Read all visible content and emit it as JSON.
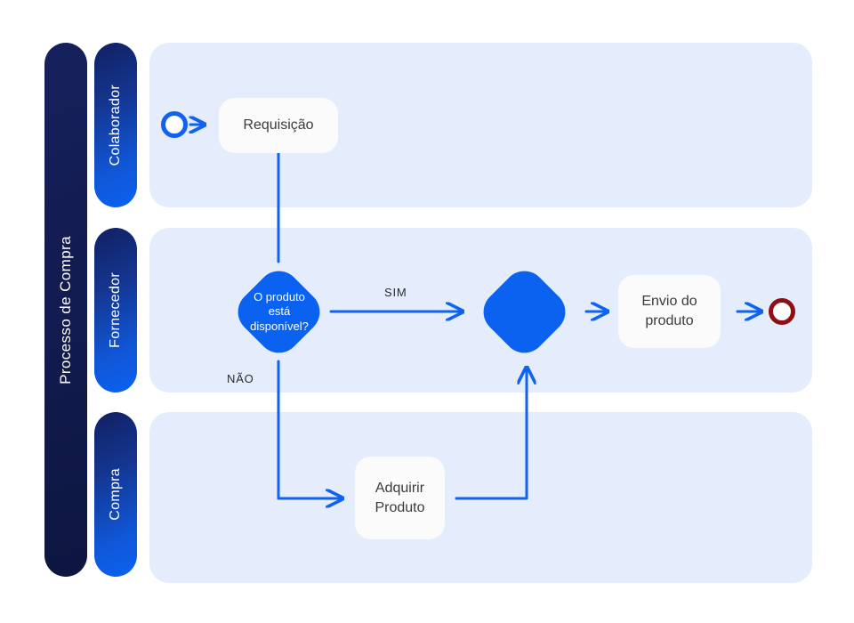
{
  "diagram": {
    "title": "Processo de Compra",
    "type": "bpmn-swimlane-flowchart",
    "colors": {
      "pool_bar": "#16205c",
      "lane_bar_from": "#122063",
      "lane_bar_to": "#0b62f0",
      "lane_background": "#e5ecfb",
      "task_background": "#fbfbfb",
      "gateway_fill": "#0b62f0",
      "connector": "#1062f0",
      "start_event_stroke": "#1062f0",
      "end_event_stroke": "#8f0f16",
      "canvas": "#ffffff"
    }
  },
  "pool": {
    "label": "Processo de Compra"
  },
  "lanes": [
    {
      "id": "colaborador",
      "label": "Colaborador"
    },
    {
      "id": "fornecedor",
      "label": "Fornecedor"
    },
    {
      "id": "compra",
      "label": "Compra"
    }
  ],
  "nodes": {
    "start_event": {
      "name": "start-event",
      "lane": "colaborador",
      "shape": "circle"
    },
    "requisicao": {
      "label": "Requisição",
      "lane": "colaborador",
      "shape": "rounded-rect"
    },
    "gateway_disponivel": {
      "label": "O produto está disponível?",
      "lane": "fornecedor",
      "shape": "diamond"
    },
    "gateway_merge": {
      "label": "",
      "lane": "fornecedor",
      "shape": "diamond"
    },
    "envio_produto": {
      "label": "Envio do produto",
      "lane": "fornecedor",
      "shape": "rounded-rect"
    },
    "end_event": {
      "name": "end-event",
      "lane": "fornecedor",
      "shape": "circle"
    },
    "adquirir_produto": {
      "label": "Adquirir Produto",
      "lane": "compra",
      "shape": "rounded-rect"
    }
  },
  "gateway_text": {
    "line1": "O produto",
    "line2": "está",
    "line3": "disponível?"
  },
  "task_text": {
    "requisicao": "Requisição",
    "envio_linha1": "Envio do",
    "envio_linha2": "produto",
    "adquirir_linha1": "Adquirir",
    "adquirir_linha2": "Produto"
  },
  "edges": [
    {
      "id": "e1",
      "from": "start_event",
      "to": "requisicao",
      "label": ""
    },
    {
      "id": "e2",
      "from": "requisicao",
      "to": "gateway_disponivel",
      "label": ""
    },
    {
      "id": "e3",
      "from": "gateway_disponivel",
      "to": "gateway_merge",
      "label": "SIM"
    },
    {
      "id": "e4",
      "from": "gateway_disponivel",
      "to": "adquirir_produto",
      "label": "NÃO"
    },
    {
      "id": "e5",
      "from": "adquirir_produto",
      "to": "gateway_merge",
      "label": ""
    },
    {
      "id": "e6",
      "from": "gateway_merge",
      "to": "envio_produto",
      "label": ""
    },
    {
      "id": "e7",
      "from": "envio_produto",
      "to": "end_event",
      "label": ""
    }
  ],
  "edge_labels": {
    "sim": "SIM",
    "nao": "NÃO"
  }
}
